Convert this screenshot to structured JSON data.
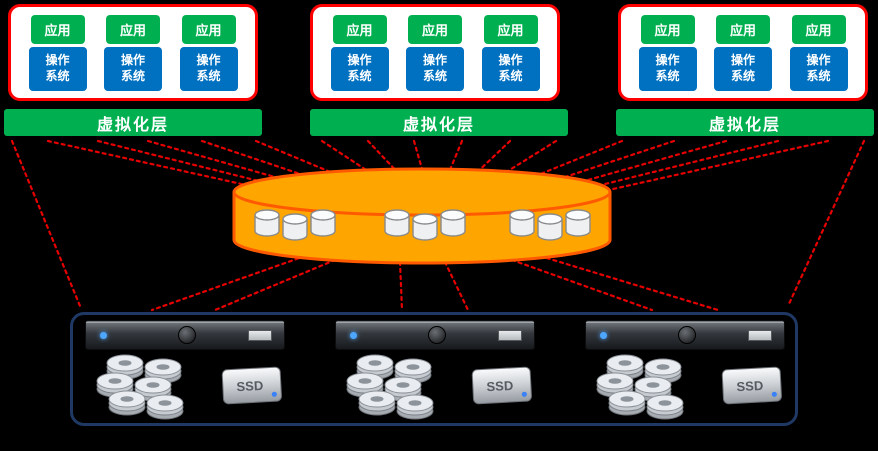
{
  "labels": {
    "app": "应用",
    "os": "操作系统",
    "virtualization_layer": "虚拟化层",
    "ssd": "SSD"
  },
  "colors": {
    "background": "#000000",
    "app_box_green": "#00B050",
    "os_box_blue": "#0070C0",
    "vm_group_border_red": "#FF0000",
    "virtualization_bar_green": "#00B050",
    "storage_pool_fill": "#FFA500",
    "storage_pool_stroke": "#FF5A00",
    "connection_line_red": "#E60000",
    "server_enclosure_border": "#1F3864"
  }
}
